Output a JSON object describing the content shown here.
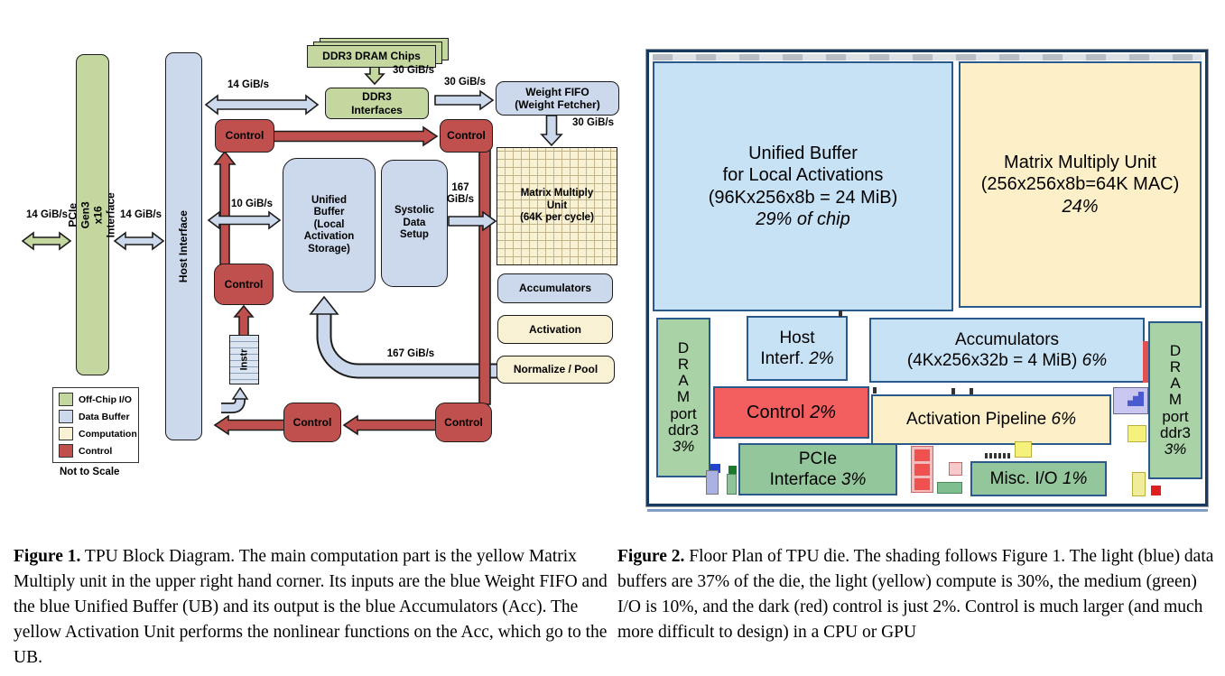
{
  "figure1": {
    "boxes": {
      "pcie": "PCIe Gen3 x16\nInterface",
      "host": "Host Interface",
      "ddr3_chips": "DDR3 DRAM Chips",
      "ddr3_if": "DDR3\nInterfaces",
      "weight_fifo": "Weight FIFO\n(Weight Fetcher)",
      "mmu": "Matrix Multiply\nUnit\n(64K per cycle)",
      "ub": "Unified\nBuffer\n(Local\nActivation\nStorage)",
      "systolic": "Systolic\nData\nSetup",
      "accumulators": "Accumulators",
      "activation": "Activation",
      "normalize": "Normalize / Pool",
      "control": "Control",
      "instr": "Instr"
    },
    "rates": {
      "rate_14": "14 GiB/s",
      "rate_30": "30 GiB/s",
      "rate_10": "10 GiB/s",
      "rate_167_2line": "167\nGiB/s",
      "rate_167": "167 GiB/s"
    },
    "legend": {
      "items": [
        {
          "label": "Off-Chip I/O",
          "color": "#c3d79f"
        },
        {
          "label": "Data Buffer",
          "color": "#ccd9ec"
        },
        {
          "label": "Computation",
          "color": "#f8f1d3"
        },
        {
          "label": "Control",
          "color": "#c0504d"
        }
      ],
      "note": "Not to Scale"
    }
  },
  "figure2": {
    "blocks": {
      "ub": {
        "name": "Unified Buffer\nfor Local Activations\n(96Kx256x8b = 24 MiB)",
        "pct": "29% of chip"
      },
      "mmu": {
        "name": "Matrix Multiply Unit\n(256x256x8b=64K MAC)",
        "pct": "24%"
      },
      "dram": {
        "name": "D\nR\nA\nM\nport\nddr3",
        "pct": "3%"
      },
      "host": {
        "name": "Host\nInterf.",
        "pct": "2%"
      },
      "accumulators": {
        "name": "Accumulators\n(4Kx256x32b = 4 MiB)",
        "pct": "6%"
      },
      "control": {
        "name": "Control",
        "pct": "2%"
      },
      "activation": {
        "name": "Activation Pipeline",
        "pct": "6%"
      },
      "pcie": {
        "name": "PCIe\nInterface",
        "pct": "3%"
      },
      "misc": {
        "name": "Misc. I/O",
        "pct": "1%"
      }
    },
    "palette": {
      "data_buffer": "#c7e2f4",
      "compute": "#fdf0c9",
      "io_green": "#93c79b",
      "control_red": "#f35f5f",
      "border": "#2a5a8c"
    }
  },
  "captions": {
    "fig1": {
      "tag": "Figure 1.",
      "text": "TPU Block Diagram. The main computation part is the yellow Matrix Multiply unit in the upper right hand corner. Its inputs are the blue Weight FIFO and the blue Unified Buffer (UB) and its output is the blue Accumulators (Acc). The yellow Activation Unit performs the nonlinear functions on the Acc, which go to the UB."
    },
    "fig2": {
      "tag": "Figure 2.",
      "text": "Floor Plan of TPU die. The shading follows Figure 1. The light (blue) data buffers are 37% of the die, the light (yellow) compute is 30%,  the medium (green) I/O is 10%, and the dark (red) control is just 2%. Control is much larger (and much more difficult to design) in a CPU or GPU"
    }
  }
}
